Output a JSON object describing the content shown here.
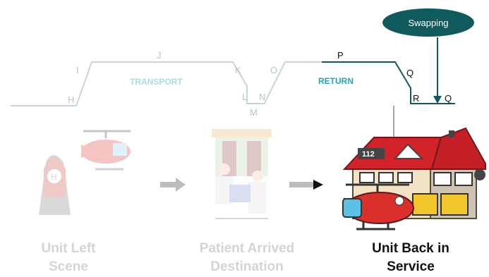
{
  "badge": {
    "label": "Swapping",
    "color": "#0f5a5c"
  },
  "timeline": {
    "points": {
      "H": "H",
      "I": "I",
      "J": "J",
      "K": "K",
      "L": "L",
      "M": "M",
      "N": "N",
      "O": "O",
      "P": "P",
      "Q1": "Q",
      "R": "R",
      "Q2": "Q"
    },
    "phases": {
      "transport": "TRANSPORT",
      "return": "RETURN"
    }
  },
  "stages": [
    {
      "caption_line1": "Unit Left",
      "caption_line2": "Scene",
      "active": false,
      "icon": "ambulance-helicopter-icon"
    },
    {
      "caption_line1": "Patient Arrived",
      "caption_line2": "Destination",
      "active": false,
      "icon": "hospital-patient-icon"
    },
    {
      "caption_line1": "Unit Back in",
      "caption_line2": "Service",
      "active": true,
      "icon": "station-helicopter-icon",
      "station_number": "112"
    }
  ],
  "colors": {
    "faded_line": "#c9d6d6",
    "active_line": "#0f5a5c",
    "active_phase": "#21a5b8",
    "arrow_gray": "#bdbdbd"
  }
}
